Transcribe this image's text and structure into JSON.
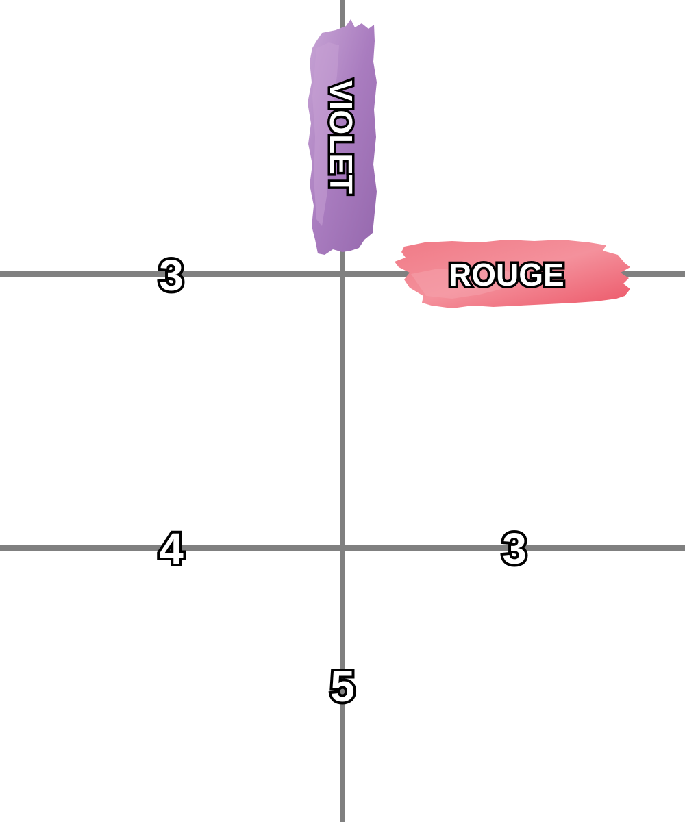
{
  "numbers": {
    "left_upper": "3",
    "left_lower": "4",
    "right_lower": "3",
    "bottom_center": "5"
  },
  "labels": {
    "red": "ROUGE",
    "purple": "VIOLET"
  },
  "colors": {
    "grid": "#808080",
    "red_paint": "#f06372",
    "purple_paint": "#a97cbf",
    "text_fill": "#ffffff",
    "text_outline": "#000000"
  }
}
